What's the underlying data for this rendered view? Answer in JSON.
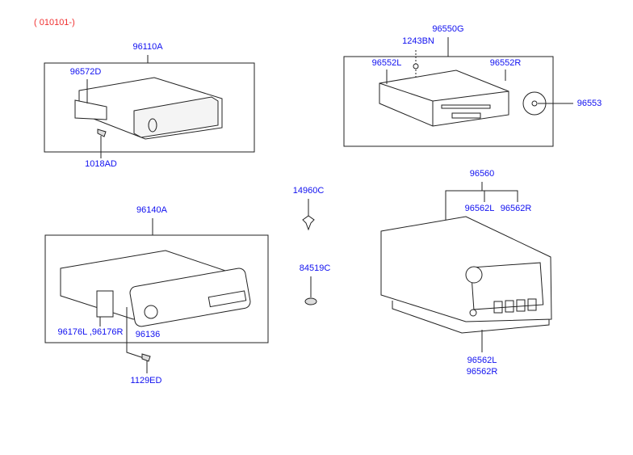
{
  "header": {
    "range_code": "( 010101-)"
  },
  "groups": {
    "changer": {
      "assembly": "96110A",
      "bracket": "96572D",
      "bolt": "1018AD"
    },
    "cd_module": {
      "assembly": "96550G",
      "screw": "1243BN",
      "bracket_left": "96552L",
      "bracket_right": "96552R",
      "disc": "96553"
    },
    "fasteners": {
      "clip": "14960C",
      "grommet": "84519C"
    },
    "radio": {
      "assembly": "96140A",
      "brackets": "96176L ,96176R",
      "knob": "96136",
      "bolt": "1129ED"
    },
    "head_unit": {
      "assembly": "96560",
      "top_left": "96562L",
      "top_right": "96562R",
      "bottom_left": "96562L",
      "bottom_right": "96562R"
    }
  },
  "colors": {
    "label": "#1010f0",
    "range": "#f03030",
    "line": "#222222"
  }
}
